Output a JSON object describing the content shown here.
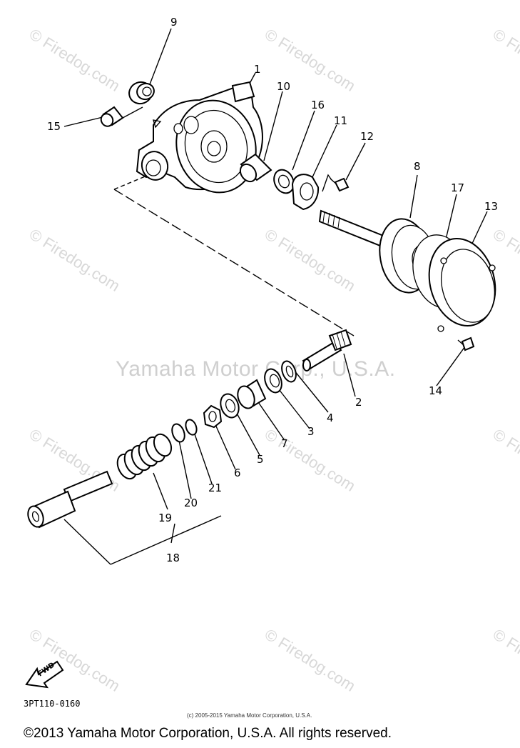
{
  "watermarks": {
    "site": "© Firedog.com",
    "center": "Yamaha Motor Corp., U.S.A."
  },
  "callouts": {
    "c1": "1",
    "c2": "2",
    "c3": "3",
    "c4": "4",
    "c5": "5",
    "c6": "6",
    "c7": "7",
    "c8": "8",
    "c9": "9",
    "c10": "10",
    "c11": "11",
    "c12": "12",
    "c13": "13",
    "c14": "14",
    "c15": "15",
    "c16": "16",
    "c17": "17",
    "c18": "18",
    "c19": "19",
    "c20": "20",
    "c21": "21"
  },
  "fwd_label": "FWD",
  "diagram_code": "3PT110-0160",
  "source_copyright": "(c) 2005-2015 Yamaha Motor Corporation, U.S.A.",
  "footer": "©2013 Yamaha Motor Corporation, U.S.A. All rights reserved."
}
